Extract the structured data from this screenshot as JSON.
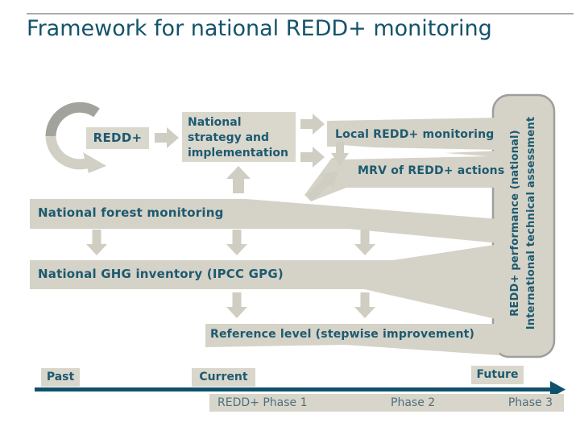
{
  "slide_title": "Framework for national REDD+ monitoring",
  "flow": {
    "redd_label": "REDD+",
    "strategy_line1": "National",
    "strategy_line2": "strategy and",
    "strategy_line3": "implementation",
    "local_monitoring_label": "Local REDD+ monitoring",
    "mrv_label": "MRV of REDD+ actions",
    "forest_monitoring_label": "National forest monitoring",
    "ghg_inventory_label": "National GHG inventory (IPCC GPG)",
    "reference_level_label": "Reference level (stepwise improvement)",
    "assessment_line1": "REDD+ performance (national)",
    "assessment_line2": "International technical assessment"
  },
  "timeline": {
    "past_label": "Past",
    "current_label": "Current",
    "future_label": "Future",
    "phase1_label": "REDD+ Phase 1",
    "phase2_label": "Phase 2",
    "phase3_label": "Phase 3"
  },
  "colors": {
    "title_teal": "#14536b",
    "label_teal": "#1d5a70",
    "band_fill": "#d5d2c7",
    "box_fill": "#dad7cd",
    "arrow_fill": "#d0cdc2",
    "dark_arc_gray": "#a3a39d",
    "sidebar_border": "#9e9e9a",
    "timeline_teal": "#0f506c",
    "phase_text_color": "#4e6f7e",
    "rule_gray": "#ababab"
  }
}
